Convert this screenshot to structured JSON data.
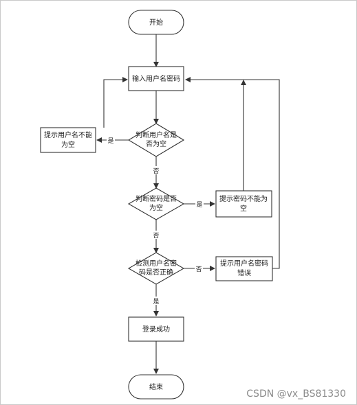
{
  "nodes": {
    "start": "开始",
    "input": "输入用户名密码",
    "check_user": [
      "判断用户名是",
      "否为空"
    ],
    "tip_user": [
      "提示用户名不能",
      "为空"
    ],
    "check_pwd": [
      "判断密码是否",
      "为空"
    ],
    "tip_pwd": [
      "提示密码不能为",
      "空"
    ],
    "check_match": [
      "检测用户名密",
      "码是否正确"
    ],
    "tip_wrong": [
      "提示用户名密码",
      "错误"
    ],
    "success": "登录成功",
    "end": "结束"
  },
  "edge_labels": {
    "user_yes": "是",
    "user_no": "否",
    "pwd_yes": "是",
    "pwd_no": "否",
    "match_no": "否",
    "match_yes": "是"
  },
  "watermark": "CSDN @vx_BS81330"
}
